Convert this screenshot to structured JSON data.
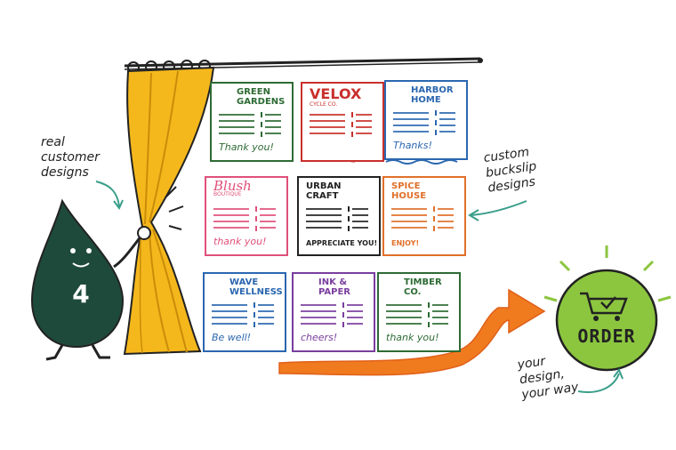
{
  "callouts": {
    "left": [
      "real",
      "customer",
      "designs"
    ],
    "right": [
      "custom",
      "buckslip",
      "designs"
    ],
    "bottom": [
      "your",
      "design,",
      "your way"
    ]
  },
  "mascot": {
    "number": "4"
  },
  "order_button": {
    "label": "ORDER"
  },
  "cards": [
    {
      "id": "green-gardens",
      "title_lines": [
        "GREEN",
        "GARDENS"
      ],
      "footer": "Thank you!",
      "color": "#2e6b34",
      "icon": "leaf-icon"
    },
    {
      "id": "velox",
      "title_lines": [
        "VELOX"
      ],
      "subtitle": "CYCLE CO.",
      "footer": "",
      "color": "#c9302c",
      "icon": "gear-icon"
    },
    {
      "id": "harbor-home",
      "title_lines": [
        "HARBOR",
        "HOME"
      ],
      "footer": "Thanks!",
      "color": "#2b67b0",
      "icon": "house-icon"
    },
    {
      "id": "blush",
      "title_lines": [
        "Blush"
      ],
      "subtitle": "BOUTIQUE",
      "footer": "thank you!",
      "color": "#e0507a",
      "icon": "heart-icon"
    },
    {
      "id": "urban-craft",
      "title_lines": [
        "URBAN",
        "CRAFT"
      ],
      "footer": "APPRECIATE YOU!",
      "color": "#222222",
      "icon": "cross-icon"
    },
    {
      "id": "spice-house",
      "title_lines": [
        "SPICE",
        "HOUSE"
      ],
      "footer": "ENJOY!",
      "color": "#e0702a",
      "icon": "chili-icon"
    },
    {
      "id": "wave-wellness",
      "title_lines": [
        "WAVE",
        "WELLNESS"
      ],
      "footer": "Be well!",
      "color": "#2b67b0",
      "icon": "wave-icon"
    },
    {
      "id": "ink-paper",
      "title_lines": [
        "INK &",
        "PAPER"
      ],
      "footer": "cheers!",
      "color": "#7a3e9e",
      "icon": "ink-bottle-icon"
    },
    {
      "id": "timber-co",
      "title_lines": [
        "TIMBER",
        "CO."
      ],
      "footer": "thank you!",
      "color": "#2e6b34",
      "icon": "pine-tree-icon"
    }
  ],
  "colors": {
    "curtain": "#f5b81c",
    "mascot": "#1e4a3c",
    "arrow": "#f07a1e",
    "order": "#8cc63f",
    "ink": "#222222"
  }
}
